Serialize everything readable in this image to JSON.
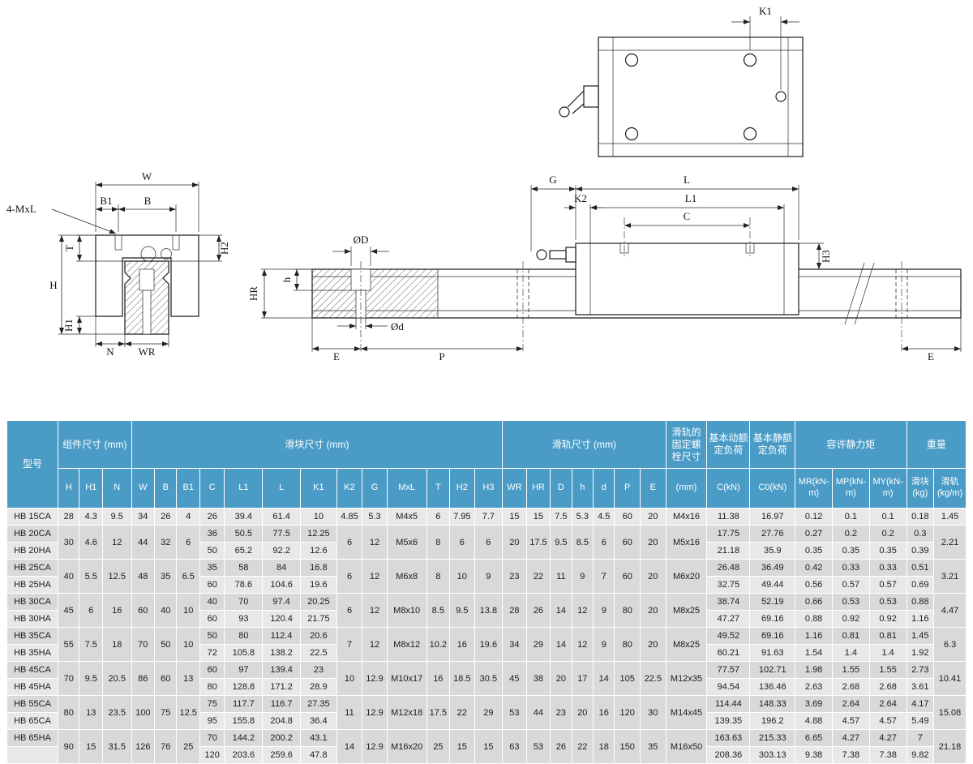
{
  "colors": {
    "header_bg": "#4A9CC7",
    "row_light": "#e8e8e8",
    "row_dark": "#d9d9d9",
    "row_merged": "#e1e1e1"
  },
  "diagram_labels": {
    "k1": "K1",
    "four_mxl": "4-MxL",
    "w": "W",
    "b1": "B1",
    "b": "B",
    "t": "T",
    "h": "H",
    "h1": "H1",
    "h2": "H2",
    "n": "N",
    "wr": "WR",
    "g": "G",
    "l": "L",
    "k2": "K2",
    "l1": "L1",
    "c": "C",
    "h3": "H3",
    "phi_big_d": "ØD",
    "small_h": "h",
    "hr": "HR",
    "phi_small_d": "Ød",
    "e_left": "E",
    "p": "P",
    "e_right": "E"
  },
  "table": {
    "header_groups": [
      {
        "label": "型号",
        "colspan": 1,
        "rowspan": 2
      },
      {
        "label": "组件尺寸 (mm)",
        "colspan": 3
      },
      {
        "label": "滑块尺寸 (mm)",
        "colspan": 13
      },
      {
        "label": "滑轨尺寸 (mm)",
        "colspan": 7
      },
      {
        "label": "滑轨的固定螺栓尺寸",
        "colspan": 1
      },
      {
        "label": "基本动额定负荷",
        "colspan": 1
      },
      {
        "label": "基本静额定负荷",
        "colspan": 1
      },
      {
        "label": "容许静力矩",
        "colspan": 3
      },
      {
        "label": "重量",
        "colspan": 2
      }
    ],
    "sub_headers": [
      "H",
      "H1",
      "N",
      "W",
      "B",
      "B1",
      "C",
      "L1",
      "L",
      "K1",
      "K2",
      "G",
      "MxL",
      "T",
      "H2",
      "H3",
      "WR",
      "HR",
      "D",
      "h",
      "d",
      "P",
      "E",
      "(mm)",
      "C(kN)",
      "C0(kN)",
      "MR(kN-m)",
      "MP(kN-m)",
      "MY(kN-m)",
      "滑块(kg)",
      "滑轨(kg/m)"
    ],
    "rows": [
      [
        "HB 15CA",
        "28",
        "4.3",
        "9.5",
        "34",
        "26",
        "4",
        "26",
        "39.4",
        "61.4",
        "10",
        "4.85",
        "5.3",
        "M4x5",
        "6",
        "7.95",
        "7.7",
        "15",
        "15",
        "7.5",
        "5.3",
        "4.5",
        "60",
        "20",
        "M4x16",
        "11.38",
        "16.97",
        "0.12",
        "0.1",
        "0.1",
        "0.18",
        "1.45"
      ],
      [
        "HB 20CA",
        {
          "v": "30",
          "rs": 2
        },
        {
          "v": "4.6",
          "rs": 2
        },
        {
          "v": "12",
          "rs": 2
        },
        {
          "v": "44",
          "rs": 2
        },
        {
          "v": "32",
          "rs": 2
        },
        {
          "v": "6",
          "rs": 2
        },
        "36",
        "50.5",
        "77.5",
        "12.25",
        {
          "v": "6",
          "rs": 2
        },
        {
          "v": "12",
          "rs": 2
        },
        {
          "v": "M5x6",
          "rs": 2
        },
        {
          "v": "8",
          "rs": 2
        },
        {
          "v": "6",
          "rs": 2
        },
        {
          "v": "6",
          "rs": 2
        },
        {
          "v": "20",
          "rs": 2
        },
        {
          "v": "17.5",
          "rs": 2
        },
        {
          "v": "9.5",
          "rs": 2
        },
        {
          "v": "8.5",
          "rs": 2
        },
        {
          "v": "6",
          "rs": 2
        },
        {
          "v": "60",
          "rs": 2
        },
        {
          "v": "20",
          "rs": 2
        },
        {
          "v": "M5x16",
          "rs": 2
        },
        "17.75",
        "27.76",
        "0.27",
        "0.2",
        "0.2",
        "0.3",
        {
          "v": "2.21",
          "rs": 2
        }
      ],
      [
        "HB 20HA",
        "50",
        "65.2",
        "92.2",
        "12.6",
        "21.18",
        "35.9",
        "0.35",
        "0.35",
        "0.35",
        "0.39"
      ],
      [
        "HB 25CA",
        {
          "v": "40",
          "rs": 2
        },
        {
          "v": "5.5",
          "rs": 2
        },
        {
          "v": "12.5",
          "rs": 2
        },
        {
          "v": "48",
          "rs": 2
        },
        {
          "v": "35",
          "rs": 2
        },
        {
          "v": "6.5",
          "rs": 2
        },
        "35",
        "58",
        "84",
        "16.8",
        {
          "v": "6",
          "rs": 2
        },
        {
          "v": "12",
          "rs": 2
        },
        {
          "v": "M6x8",
          "rs": 2
        },
        {
          "v": "8",
          "rs": 2
        },
        {
          "v": "10",
          "rs": 2
        },
        {
          "v": "9",
          "rs": 2
        },
        {
          "v": "23",
          "rs": 2
        },
        {
          "v": "22",
          "rs": 2
        },
        {
          "v": "11",
          "rs": 2
        },
        {
          "v": "9",
          "rs": 2
        },
        {
          "v": "7",
          "rs": 2
        },
        {
          "v": "60",
          "rs": 2
        },
        {
          "v": "20",
          "rs": 2
        },
        {
          "v": "M6x20",
          "rs": 2
        },
        "26.48",
        "36.49",
        "0.42",
        "0.33",
        "0.33",
        "0.51",
        {
          "v": "3.21",
          "rs": 2
        }
      ],
      [
        "HB 25HA",
        "60",
        "78.6",
        "104.6",
        "19.6",
        "32.75",
        "49.44",
        "0.56",
        "0.57",
        "0.57",
        "0.69"
      ],
      [
        "HB 30CA",
        {
          "v": "45",
          "rs": 2
        },
        {
          "v": "6",
          "rs": 2
        },
        {
          "v": "16",
          "rs": 2
        },
        {
          "v": "60",
          "rs": 2
        },
        {
          "v": "40",
          "rs": 2
        },
        {
          "v": "10",
          "rs": 2
        },
        "40",
        "70",
        "97.4",
        "20.25",
        {
          "v": "6",
          "rs": 2
        },
        {
          "v": "12",
          "rs": 2
        },
        {
          "v": "M8x10",
          "rs": 2
        },
        {
          "v": "8.5",
          "rs": 2
        },
        {
          "v": "9.5",
          "rs": 2
        },
        {
          "v": "13.8",
          "rs": 2
        },
        {
          "v": "28",
          "rs": 2
        },
        {
          "v": "26",
          "rs": 2
        },
        {
          "v": "14",
          "rs": 2
        },
        {
          "v": "12",
          "rs": 2
        },
        {
          "v": "9",
          "rs": 2
        },
        {
          "v": "80",
          "rs": 2
        },
        {
          "v": "20",
          "rs": 2
        },
        {
          "v": "M8x25",
          "rs": 2
        },
        "38.74",
        "52.19",
        "0.66",
        "0.53",
        "0.53",
        "0.88",
        {
          "v": "4.47",
          "rs": 2
        }
      ],
      [
        "HB 30HA",
        "60",
        "93",
        "120.4",
        "21.75",
        "47.27",
        "69.16",
        "0.88",
        "0.92",
        "0.92",
        "1.16"
      ],
      [
        "HB 35CA",
        {
          "v": "55",
          "rs": 2
        },
        {
          "v": "7.5",
          "rs": 2
        },
        {
          "v": "18",
          "rs": 2
        },
        {
          "v": "70",
          "rs": 2
        },
        {
          "v": "50",
          "rs": 2
        },
        {
          "v": "10",
          "rs": 2
        },
        "50",
        "80",
        "112.4",
        "20.6",
        {
          "v": "7",
          "rs": 2
        },
        {
          "v": "12",
          "rs": 2
        },
        {
          "v": "M8x12",
          "rs": 2
        },
        {
          "v": "10.2",
          "rs": 2
        },
        {
          "v": "16",
          "rs": 2
        },
        {
          "v": "19.6",
          "rs": 2
        },
        {
          "v": "34",
          "rs": 2
        },
        {
          "v": "29",
          "rs": 2
        },
        {
          "v": "14",
          "rs": 2
        },
        {
          "v": "12",
          "rs": 2
        },
        {
          "v": "9",
          "rs": 2
        },
        {
          "v": "80",
          "rs": 2
        },
        {
          "v": "20",
          "rs": 2
        },
        {
          "v": "M8x25",
          "rs": 2
        },
        "49.52",
        "69.16",
        "1.16",
        "0.81",
        "0.81",
        "1.45",
        {
          "v": "6.3",
          "rs": 2
        }
      ],
      [
        "HB 35HA",
        "72",
        "105.8",
        "138.2",
        "22.5",
        "60.21",
        "91.63",
        "1.54",
        "1.4",
        "1.4",
        "1.92"
      ],
      [
        "HB 45CA",
        {
          "v": "70",
          "rs": 2
        },
        {
          "v": "9.5",
          "rs": 2
        },
        {
          "v": "20.5",
          "rs": 2
        },
        {
          "v": "86",
          "rs": 2
        },
        {
          "v": "60",
          "rs": 2
        },
        {
          "v": "13",
          "rs": 2
        },
        "60",
        "97",
        "139.4",
        "23",
        {
          "v": "10",
          "rs": 2
        },
        {
          "v": "12.9",
          "rs": 2
        },
        {
          "v": "M10x17",
          "rs": 2
        },
        {
          "v": "16",
          "rs": 2
        },
        {
          "v": "18.5",
          "rs": 2
        },
        {
          "v": "30.5",
          "rs": 2
        },
        {
          "v": "45",
          "rs": 2
        },
        {
          "v": "38",
          "rs": 2
        },
        {
          "v": "20",
          "rs": 2
        },
        {
          "v": "17",
          "rs": 2
        },
        {
          "v": "14",
          "rs": 2
        },
        {
          "v": "105",
          "rs": 2
        },
        {
          "v": "22.5",
          "rs": 2
        },
        {
          "v": "M12x35",
          "rs": 2
        },
        "77.57",
        "102.71",
        "1.98",
        "1.55",
        "1.55",
        "2.73",
        {
          "v": "10.41",
          "rs": 2
        }
      ],
      [
        "HB 45HA",
        "80",
        "128.8",
        "171.2",
        "28.9",
        "94.54",
        "136.46",
        "2.63",
        "2.68",
        "2.68",
        "3.61"
      ],
      [
        "HB 55CA",
        {
          "v": "80",
          "rs": 2
        },
        {
          "v": "13",
          "rs": 2
        },
        {
          "v": "23.5",
          "rs": 2
        },
        {
          "v": "100",
          "rs": 2
        },
        {
          "v": "75",
          "rs": 2
        },
        {
          "v": "12.5",
          "rs": 2
        },
        "75",
        "117.7",
        "116.7",
        "27.35",
        {
          "v": "11",
          "rs": 2
        },
        {
          "v": "12.9",
          "rs": 2
        },
        {
          "v": "M12x18",
          "rs": 2
        },
        {
          "v": "17.5",
          "rs": 2
        },
        {
          "v": "22",
          "rs": 2
        },
        {
          "v": "29",
          "rs": 2
        },
        {
          "v": "53",
          "rs": 2
        },
        {
          "v": "44",
          "rs": 2
        },
        {
          "v": "23",
          "rs": 2
        },
        {
          "v": "20",
          "rs": 2
        },
        {
          "v": "16",
          "rs": 2
        },
        {
          "v": "120",
          "rs": 2
        },
        {
          "v": "30",
          "rs": 2
        },
        {
          "v": "M14x45",
          "rs": 2
        },
        "114.44",
        "148.33",
        "3.69",
        "2.64",
        "2.64",
        "4.17",
        {
          "v": "15.08",
          "rs": 2
        }
      ],
      [
        "HB 65CA",
        "95",
        "155.8",
        "204.8",
        "36.4",
        "139.35",
        "196.2",
        "4.88",
        "4.57",
        "4.57",
        "5.49"
      ],
      [
        "HB 65HA",
        {
          "v": "90",
          "rs": 2
        },
        {
          "v": "15",
          "rs": 2
        },
        {
          "v": "31.5",
          "rs": 2
        },
        {
          "v": "126",
          "rs": 2
        },
        {
          "v": "76",
          "rs": 2
        },
        {
          "v": "25",
          "rs": 2
        },
        "70",
        "144.2",
        "200.2",
        "43.1",
        {
          "v": "14",
          "rs": 2
        },
        {
          "v": "12.9",
          "rs": 2
        },
        {
          "v": "M16x20",
          "rs": 2
        },
        {
          "v": "25",
          "rs": 2
        },
        {
          "v": "15",
          "rs": 2
        },
        {
          "v": "15",
          "rs": 2
        },
        {
          "v": "63",
          "rs": 2
        },
        {
          "v": "53",
          "rs": 2
        },
        {
          "v": "26",
          "rs": 2
        },
        {
          "v": "22",
          "rs": 2
        },
        {
          "v": "18",
          "rs": 2
        },
        {
          "v": "150",
          "rs": 2
        },
        {
          "v": "35",
          "rs": 2
        },
        {
          "v": "M16x50",
          "rs": 2
        },
        "163.63",
        "215.33",
        "6.65",
        "4.27",
        "4.27",
        "7",
        {
          "v": "21.18",
          "rs": 2
        }
      ],
      [
        "",
        "120",
        "203.6",
        "259.6",
        "47.8",
        "208.36",
        "303.13",
        "9.38",
        "7.38",
        "7.38",
        "9.82"
      ]
    ]
  }
}
